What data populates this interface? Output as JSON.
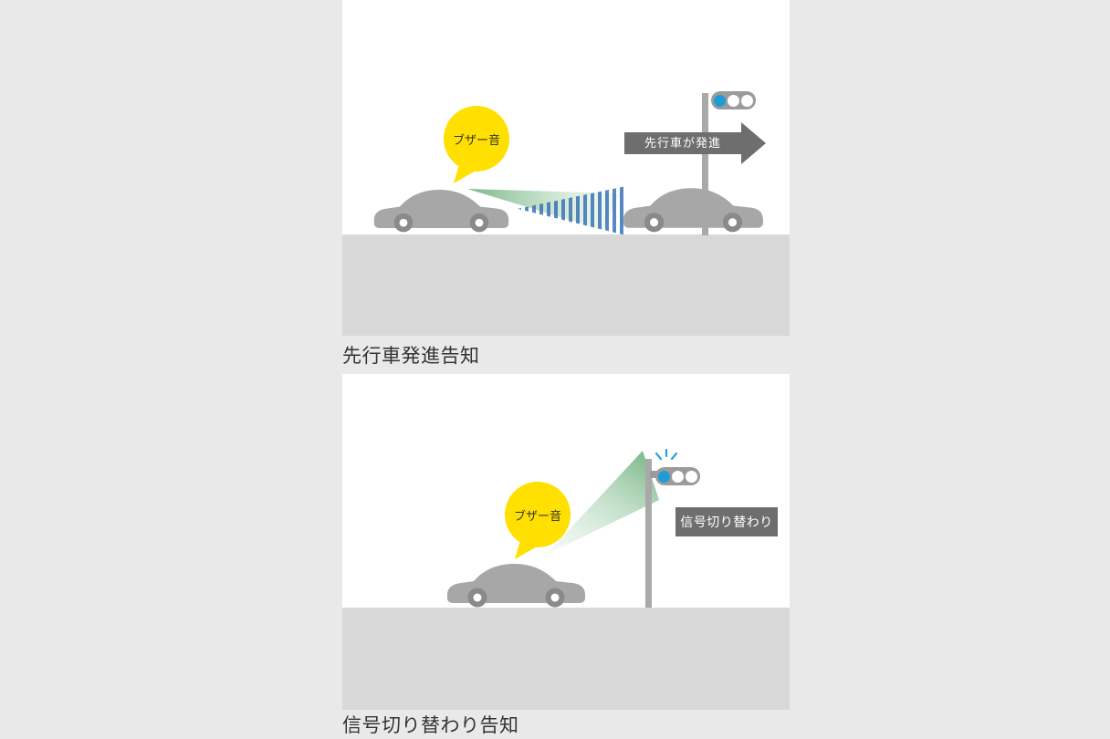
{
  "panels": [
    {
      "id": "leading-car-departure",
      "caption": "先行車発進告知",
      "bubble_label": "ブザー音",
      "arrow_label": "先行車が発進",
      "signal_lamps": [
        "on",
        "off",
        "off"
      ]
    },
    {
      "id": "signal-change",
      "caption": "信号切り替わり告知",
      "bubble_label": "ブザー音",
      "sign_label": "信号切り替わり",
      "signal_lamps": [
        "on",
        "off",
        "off"
      ]
    }
  ],
  "colors": {
    "page_bg": "#e9e9e9",
    "panel_bg": "#ffffff",
    "road": "#d8d8d8",
    "car_body": "#a7a7a7",
    "bubble": "#ffe000",
    "arrow_bg": "#6e6e6e",
    "label_bg": "#6e6e6e",
    "signal_housing": "#9b9b9b",
    "signal_lit": "#1f9bd8",
    "beam_green": "#74b281",
    "beam_stripe_blue": "#3a73b4",
    "caption_text": "#333333"
  }
}
